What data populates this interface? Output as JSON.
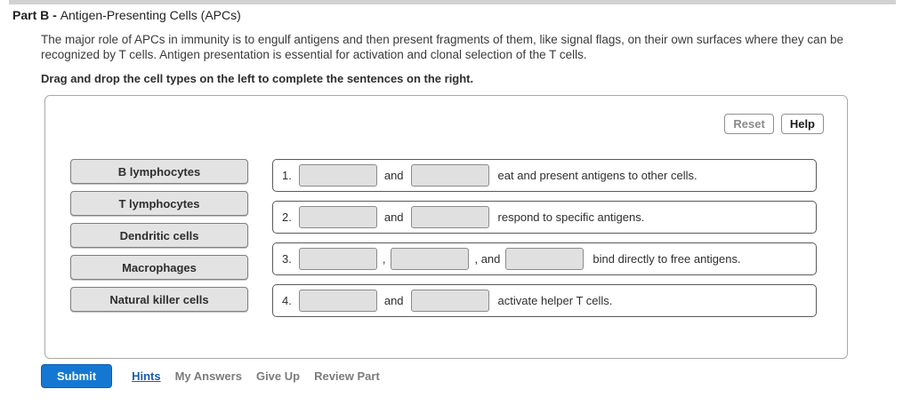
{
  "header": {
    "part_label": "Part B - ",
    "part_title": "Antigen-Presenting Cells (APCs)",
    "description": "The major role of APCs in immunity is to engulf antigens and then present fragments of them, like signal flags, on their own surfaces where they can be recognized by T cells. Antigen presentation is essential for activation and clonal selection of the T cells.",
    "instruction": "Drag and drop the cell types on the left to complete the sentences on the right."
  },
  "panel": {
    "reset_label": "Reset",
    "help_label": "Help",
    "chips": [
      "B lymphocytes",
      "T lymphocytes",
      "Dendritic cells",
      "Macrophages",
      "Natural killer cells"
    ],
    "rows": [
      {
        "num": "1.",
        "conj1": "and",
        "tail": "eat and present antigens to other cells."
      },
      {
        "num": "2.",
        "conj1": "and",
        "tail": "respond to specific antigens."
      },
      {
        "num": "3.",
        "conj1": ",",
        "conj2": ", and",
        "tail": "bind directly to free antigens."
      },
      {
        "num": "4.",
        "conj1": "and",
        "tail": "activate helper T cells."
      }
    ]
  },
  "footer": {
    "submit_label": "Submit",
    "hints_label": "Hints",
    "links": [
      "My Answers",
      "Give Up",
      "Review Part"
    ]
  },
  "colors": {
    "submit_blue": "#1478d2",
    "hints_link_blue": "#1d5bb0",
    "chip_gray": "#e3e3e3",
    "blank_gray": "#e0e0e0",
    "divider_gray": "#d2d2d2"
  }
}
